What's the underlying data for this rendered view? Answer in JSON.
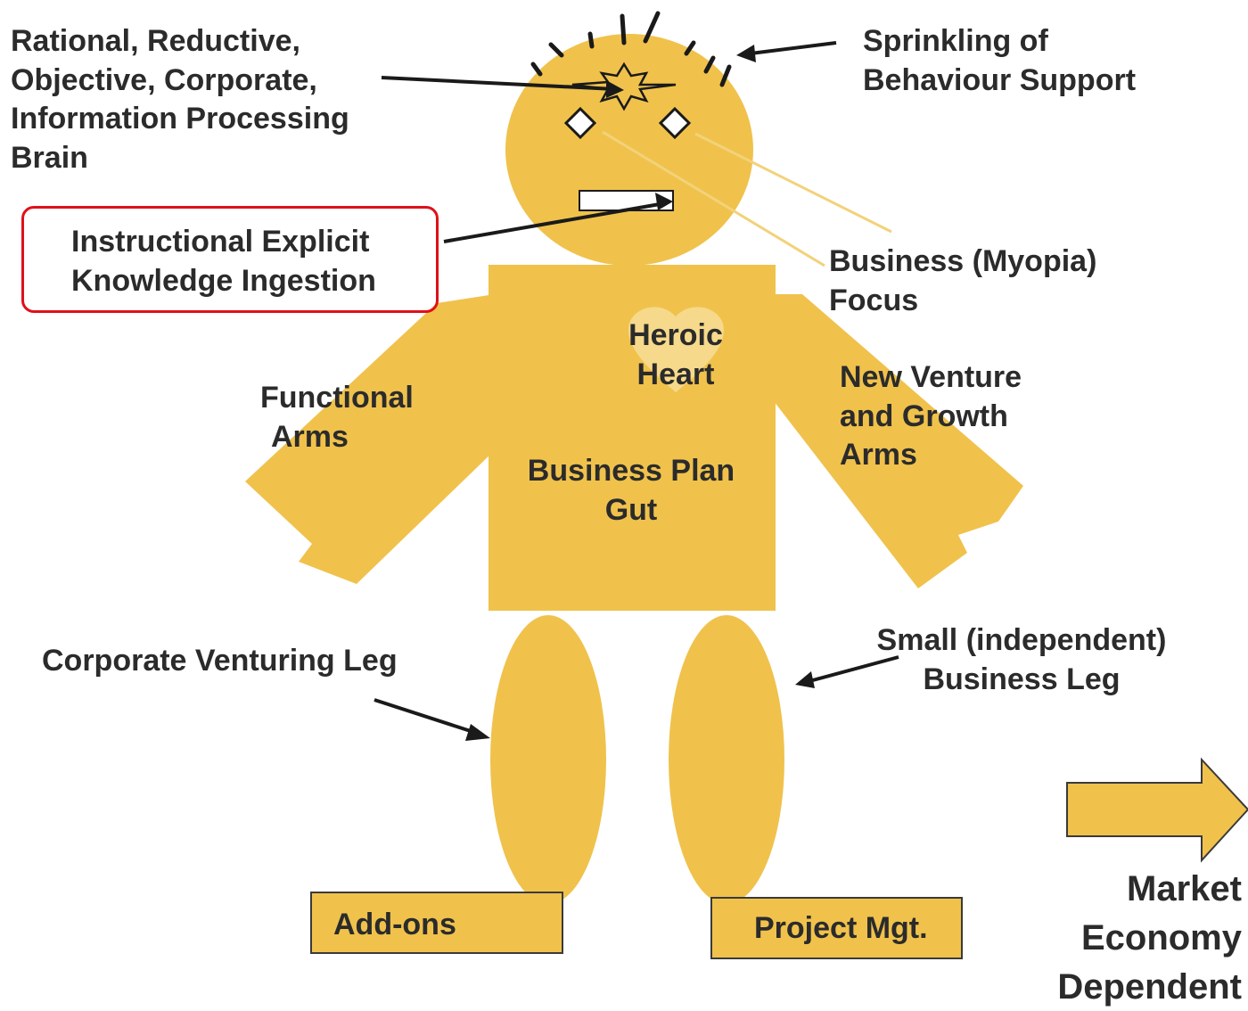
{
  "labels": {
    "brain": [
      "Rational, Reductive,",
      "Objective, Corporate,",
      "Information Processing",
      "Brain"
    ],
    "hair": [
      "Sprinkling of",
      "Behaviour Support"
    ],
    "ingestion": [
      "Instructional Explicit",
      "Knowledge Ingestion"
    ],
    "focus": [
      "Business (Myopia)",
      "Focus"
    ],
    "heart": [
      "Heroic",
      "Heart"
    ],
    "functional_arms": [
      "Functional",
      "Arms"
    ],
    "growth_arms": [
      "New Venture",
      "and Growth",
      "Arms"
    ],
    "gut": [
      "Business Plan",
      "Gut"
    ],
    "corporate_leg": "Corporate Venturing Leg",
    "small_leg": [
      "Small (independent)",
      "Business Leg"
    ],
    "left_foot": "Add-ons",
    "right_foot": "Project Mgt.",
    "market": [
      "Market",
      "Economy",
      "Dependent"
    ]
  },
  "colors": {
    "figure_fill": "#f0c24c",
    "text": "#2b2b2b",
    "arrow": "#1a1a1a",
    "focus_line": "#f2d27a",
    "highlight": "#e0101a"
  }
}
